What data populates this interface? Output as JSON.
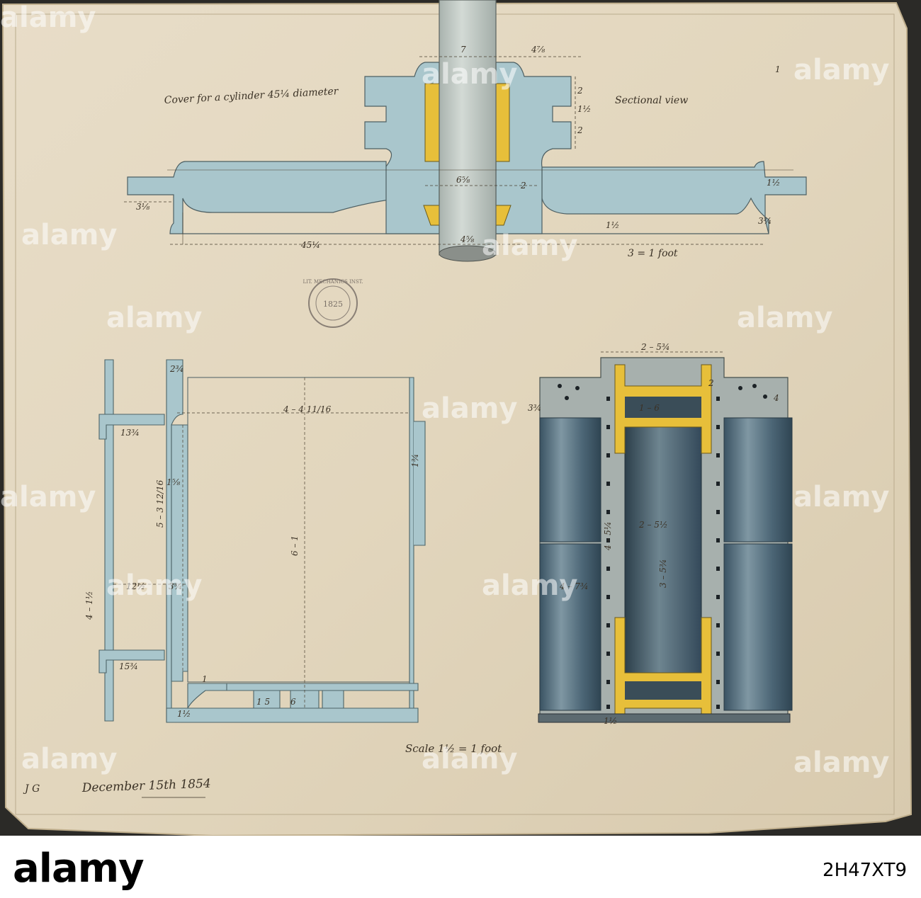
{
  "drawing": {
    "cover_title": "Cover for a cylinder 45¼ diameter",
    "sectional_label": "Sectional view",
    "scale_top": "3 = 1 foot",
    "scale_bottom": "Scale 1½ = 1 foot",
    "initials": "J G",
    "date": "December 15th 1854",
    "sheet_number": "1",
    "stamp_text": "LIT. MECHANICS INST.",
    "stamp_year": "1825",
    "dims": {
      "top_7": "7",
      "top_4_7_8": "4⅞",
      "top_2a": "2",
      "top_1_1_2": "1½",
      "top_2b": "2",
      "top_6_5_8": "6⅝",
      "top_2c": "2",
      "top_3_1_8": "3⅛",
      "top_1_1_2b": "1½",
      "top_45_1_4": "45¼",
      "top_4_5_8": "4⅝",
      "top_1_1_2c": "1½",
      "top_3_3_4": "3¾",
      "left_4_4_11_16": "4 – 4 11/16",
      "left_6_1": "6 – 1",
      "left_5_3_12_16": "5 – 3 12/16",
      "left_12_1_2": "12½",
      "left_3_3_4": "3¾",
      "left_4_1_1_2": "4 – 1½",
      "left_13_3_4": "13¾",
      "left_15_3_4": "15¾",
      "left_1_5_8": "1⅝",
      "left_1_3_4": "1¾",
      "left_1": "1",
      "left_1_5": "1 5",
      "left_6": "6",
      "left_2_3_4": "2¾",
      "left_1_1_2": "1½",
      "right_2_5_3_4": "2 – 5¾",
      "right_2_5_1_2": "2 – 5½",
      "right_3_5_3_4": "3 – 5¾",
      "right_4_7_3_4": "4 – 7¾",
      "right_1_6": "1 – 6",
      "right_4_5_1_4": "4 – 5¼",
      "right_2_a": "2",
      "right_1_1_2": "1½",
      "right_4": "4",
      "right_3_3_4": "3¾"
    }
  },
  "watermark": "alamy",
  "footer": {
    "logo": "alamy",
    "image_id": "2H47XT9"
  },
  "colors": {
    "paper": "#e4d9c2",
    "paper_edge": "#cdbd9c",
    "cast_iron_blue": "#a9c6cc",
    "brass_yellow": "#e7bf3a",
    "rod_grey": "#c3cbc6",
    "dark_blue": "#3e5969",
    "grey_section": "#a7b0ad",
    "ink": "#3b3226"
  }
}
